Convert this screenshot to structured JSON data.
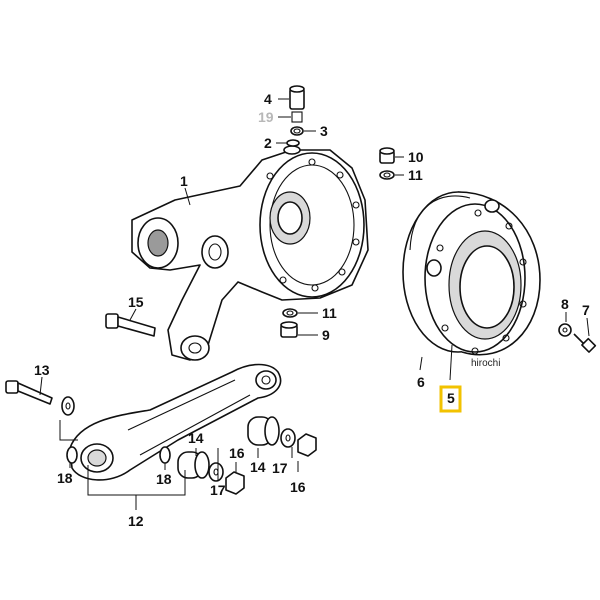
{
  "callouts": {
    "c1": "1",
    "c2": "2",
    "c3": "3",
    "c4": "4",
    "c5": "5",
    "c6": "6",
    "c7": "7",
    "c8": "8",
    "c9": "9",
    "c10": "10",
    "c11a": "11",
    "c11b": "11",
    "c12": "12",
    "c13": "13",
    "c14a": "14",
    "c14b": "14",
    "c15": "15",
    "c16a": "16",
    "c16b": "16",
    "c17a": "17",
    "c17b": "17",
    "c18a": "18",
    "c18b": "18",
    "c19": "19"
  },
  "watermark": "hirochi",
  "highlight": {
    "callout": "5",
    "color": "#f2c200"
  }
}
